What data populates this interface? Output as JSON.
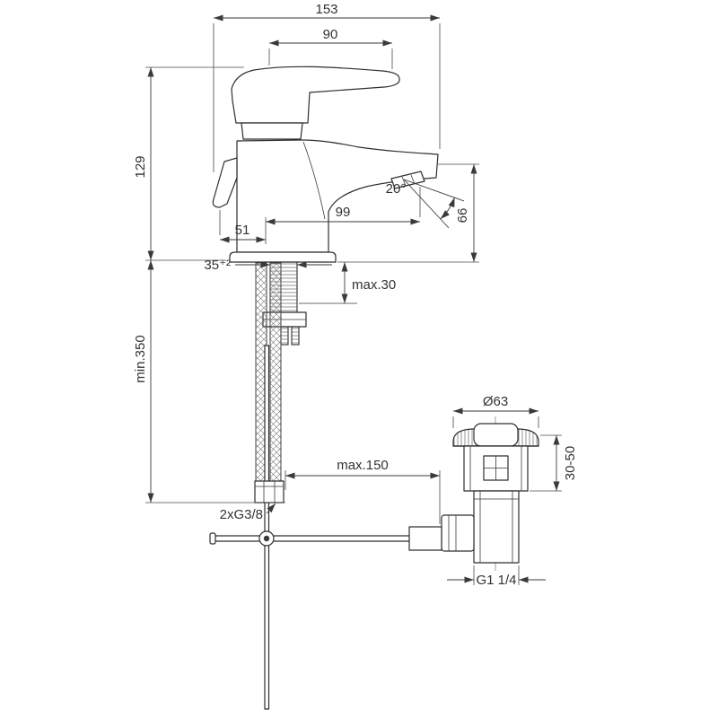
{
  "colors": {
    "line": "#2e2e2e",
    "dim": "#3a3a3a",
    "text": "#333333"
  },
  "dims": {
    "overall_depth": "153",
    "handle_to_tip": "90",
    "height": "129",
    "rear_to_axis": "51",
    "spout_reach": "99",
    "spray_angle": "20°",
    "outlet_height": "66",
    "mounting_hole": "35⁺²",
    "deck_max": "max.30",
    "hoses_min": "min.350",
    "rod_max": "max.150",
    "waste_flange": "Ø63",
    "waste_range": "30-50",
    "hose_thread": "2xG3/8",
    "waste_thread": "G1 1/4"
  }
}
